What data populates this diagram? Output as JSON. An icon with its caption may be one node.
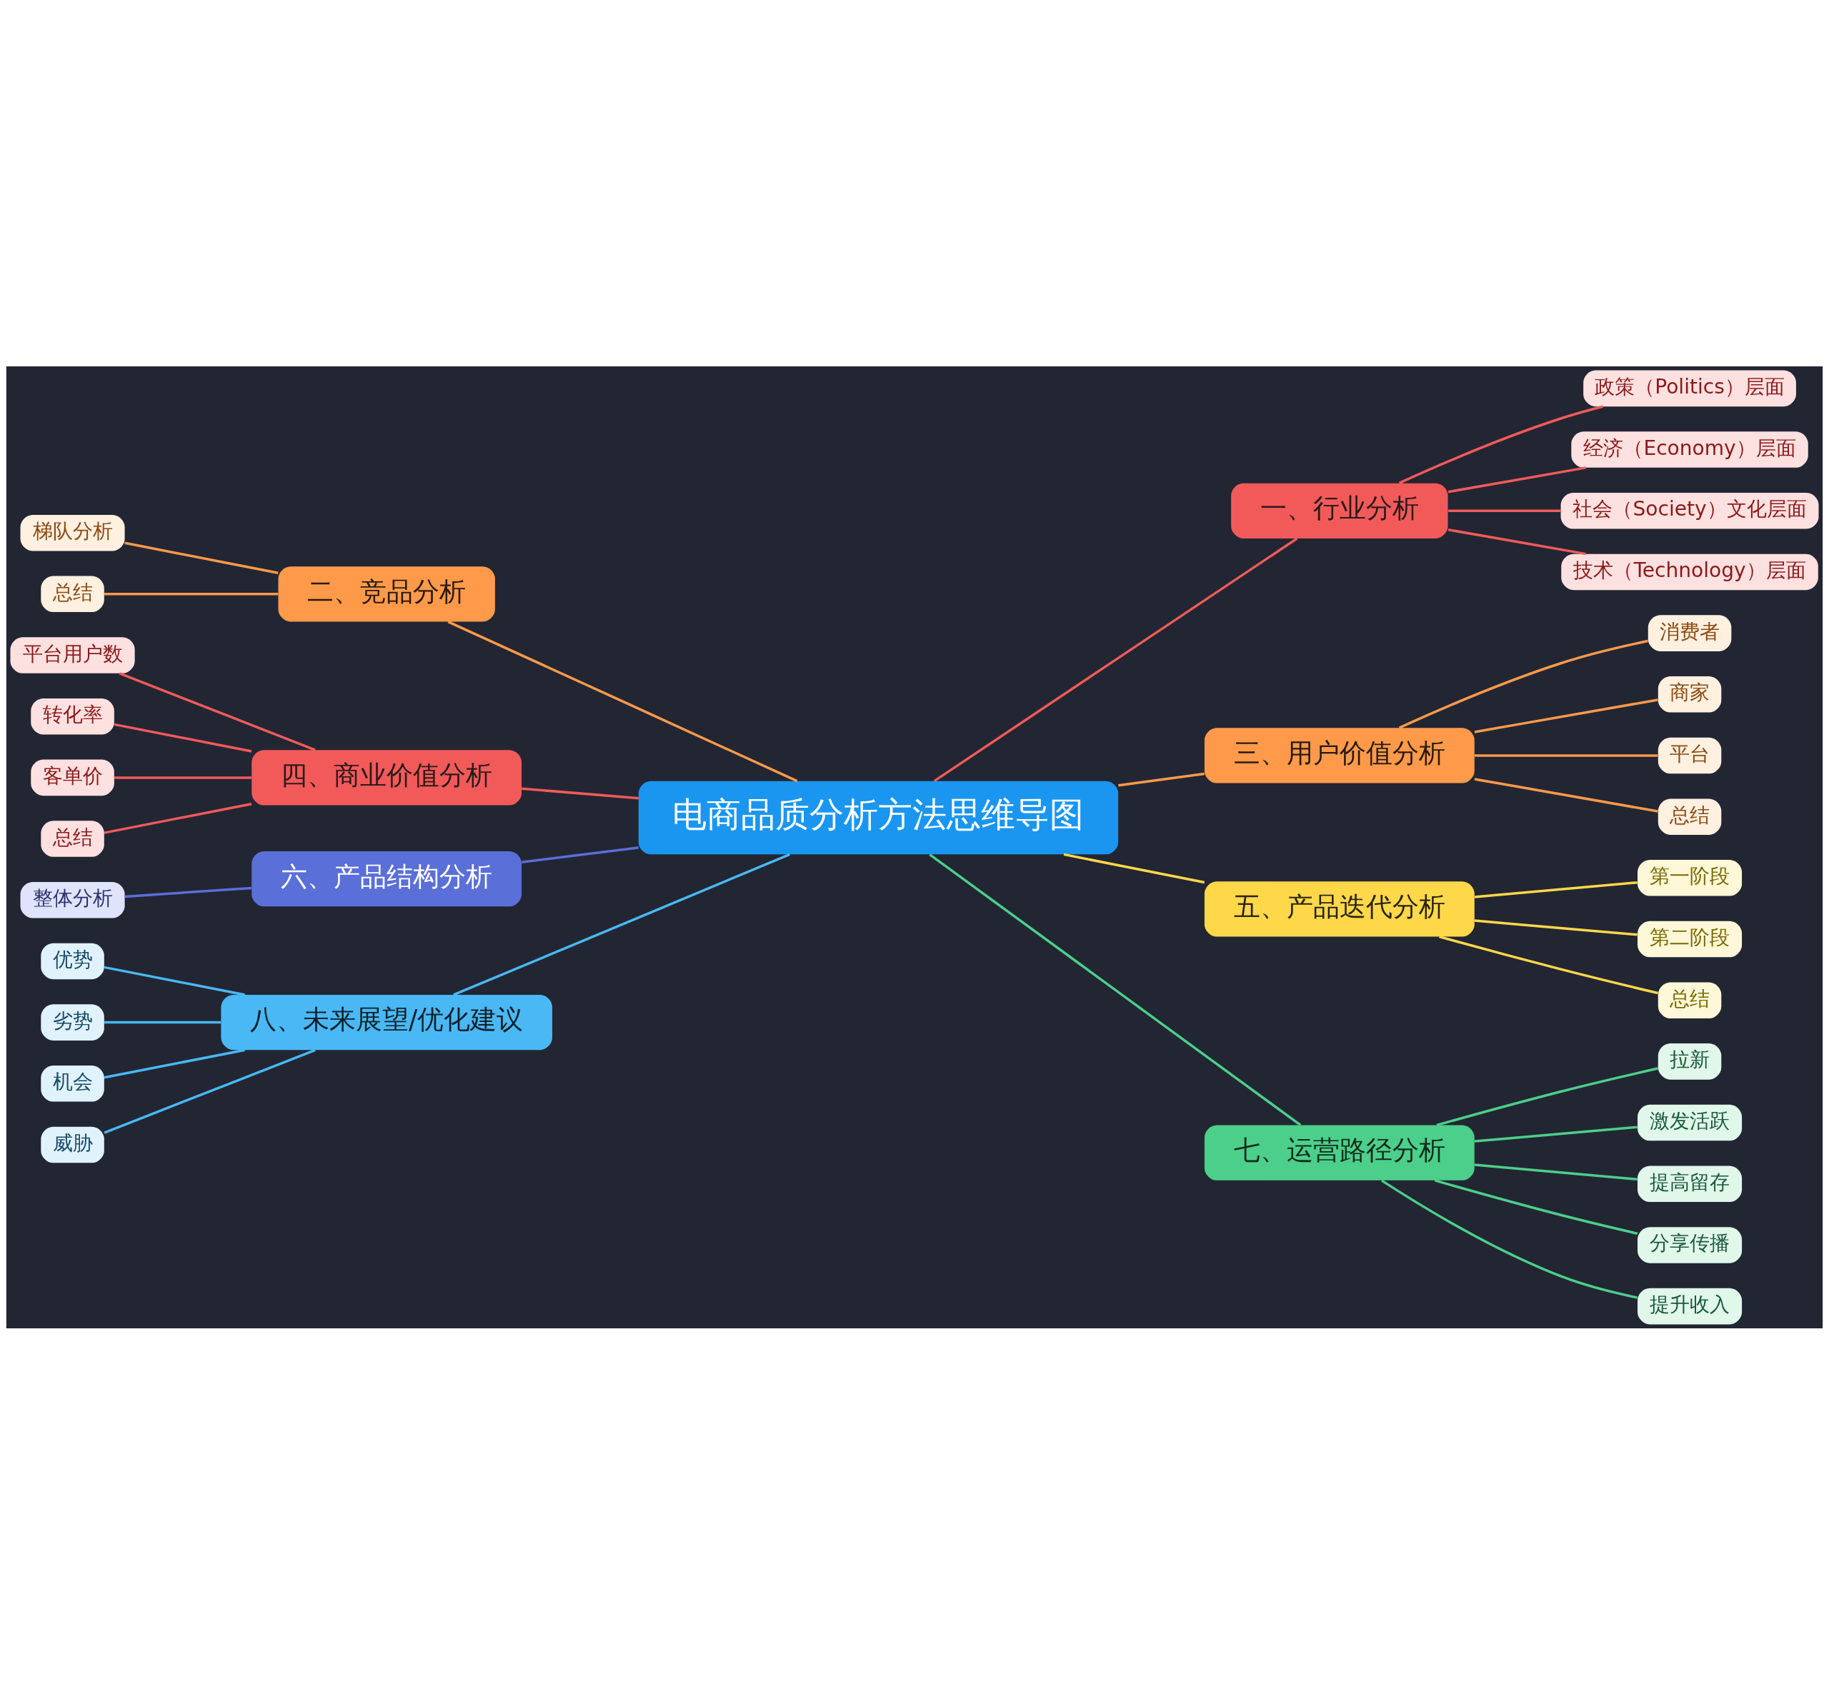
{
  "diagram": {
    "nodes": [
      {
        "text": [
          "电商品质分析方法思维导图"
        ]
      },
      {
        "text": [
          "一、行业分析"
        ]
      },
      {
        "text": [
          "政策（Politics）层面"
        ]
      },
      {
        "text": [
          "经济（Economy）层面"
        ]
      },
      {
        "text": [
          "社会（Society）文化层面"
        ]
      },
      {
        "text": [
          "技术（Technology）层面"
        ]
      },
      {
        "text": [
          "二、竞品分析"
        ]
      },
      {
        "text": [
          "梯队分析"
        ]
      },
      {
        "text": [
          "总结"
        ]
      },
      {
        "text": [
          "三、用户价值分析"
        ]
      },
      {
        "text": [
          "消费者"
        ]
      },
      {
        "text": [
          "商家"
        ]
      },
      {
        "text": [
          "平台"
        ]
      },
      {
        "text": [
          "总结"
        ]
      },
      {
        "text": [
          "四、商业价值分析"
        ]
      },
      {
        "text": [
          "平台用户数"
        ]
      },
      {
        "text": [
          "转化率"
        ]
      },
      {
        "text": [
          "客单价"
        ]
      },
      {
        "text": [
          "总结"
        ]
      },
      {
        "text": [
          "五、产品迭代分析"
        ]
      },
      {
        "text": [
          "第一阶段"
        ]
      },
      {
        "text": [
          "第二阶段"
        ]
      },
      {
        "text": [
          "总结"
        ]
      },
      {
        "text": [
          "六、产品结构分析"
        ]
      },
      {
        "text": [
          "整体分析"
        ]
      },
      {
        "text": [
          "七、运营路径分析"
        ]
      },
      {
        "text": [
          "拉新"
        ]
      },
      {
        "text": [
          "激发活跃"
        ]
      },
      {
        "text": [
          "提高留存"
        ]
      },
      {
        "text": [
          "分享传播"
        ]
      },
      {
        "text": [
          "提升收入"
        ]
      },
      {
        "text": [
          "八、未来展望/优化建议"
        ]
      },
      {
        "text": [
          "优势"
        ]
      },
      {
        "text": [
          "劣势"
        ]
      },
      {
        "text": [
          "机会"
        ]
      },
      {
        "text": [
          "威胁"
        ]
      }
    ],
    "edges": [
      {
        "from": 0,
        "to": 1,
        "arrow": "none",
        "color": "#f25a5a"
      },
      {
        "from": 1,
        "to": 2,
        "arrow": "none",
        "color": "#f25a5a"
      },
      {
        "from": 1,
        "to": 3,
        "arrow": "none",
        "color": "#f25a5a"
      },
      {
        "from": 1,
        "to": 4,
        "arrow": "none",
        "color": "#f25a5a"
      },
      {
        "from": 1,
        "to": 5,
        "arrow": "none",
        "color": "#f25a5a"
      },
      {
        "from": 0,
        "to": 6,
        "arrow": "none",
        "color": "#ff9a4a"
      },
      {
        "from": 6,
        "to": 7,
        "arrow": "none",
        "color": "#ff9a4a"
      },
      {
        "from": 6,
        "to": 8,
        "arrow": "none",
        "color": "#ff9a4a"
      },
      {
        "from": 0,
        "to": 9,
        "arrow": "none",
        "color": "#ff9a4a"
      },
      {
        "from": 9,
        "to": 10,
        "arrow": "none",
        "color": "#ff9a4a"
      },
      {
        "from": 9,
        "to": 11,
        "arrow": "none",
        "color": "#ff9a4a"
      },
      {
        "from": 9,
        "to": 12,
        "arrow": "none",
        "color": "#ff9a4a"
      },
      {
        "from": 9,
        "to": 13,
        "arrow": "none",
        "color": "#ff9a4a"
      },
      {
        "from": 0,
        "to": 14,
        "arrow": "none",
        "color": "#f25a5a"
      },
      {
        "from": 14,
        "to": 15,
        "arrow": "none",
        "color": "#f25a5a"
      },
      {
        "from": 14,
        "to": 16,
        "arrow": "none",
        "color": "#f25a5a"
      },
      {
        "from": 14,
        "to": 17,
        "arrow": "none",
        "color": "#f25a5a"
      },
      {
        "from": 14,
        "to": 18,
        "arrow": "none",
        "color": "#f25a5a"
      },
      {
        "from": 0,
        "to": 19,
        "arrow": "none",
        "color": "#ffd84a"
      },
      {
        "from": 19,
        "to": 20,
        "arrow": "none",
        "color": "#ffd84a"
      },
      {
        "from": 19,
        "to": 21,
        "arrow": "none",
        "color": "#ffd84a"
      },
      {
        "from": 19,
        "to": 22,
        "arrow": "none",
        "color": "#ffd84a"
      },
      {
        "from": 0,
        "to": 23,
        "arrow": "none",
        "color": "#5a6fd8"
      },
      {
        "from": 23,
        "to": 24,
        "arrow": "none",
        "color": "#5a6fd8"
      },
      {
        "from": 0,
        "to": 25,
        "arrow": "none",
        "color": "#4ccf8a"
      },
      {
        "from": 25,
        "to": 26,
        "arrow": "none",
        "color": "#4ccf8a"
      },
      {
        "from": 25,
        "to": 27,
        "arrow": "none",
        "color": "#4ccf8a"
      },
      {
        "from": 25,
        "to": 28,
        "arrow": "none",
        "color": "#4ccf8a"
      },
      {
        "from": 25,
        "to": 29,
        "arrow": "none",
        "color": "#4ccf8a"
      },
      {
        "from": 25,
        "to": 30,
        "arrow": "none",
        "color": "#4ccf8a"
      },
      {
        "from": 0,
        "to": 31,
        "arrow": "none",
        "color": "#4ab8f5"
      },
      {
        "from": 31,
        "to": 32,
        "arrow": "none",
        "color": "#4ab8f5"
      },
      {
        "from": 31,
        "to": 33,
        "arrow": "none",
        "color": "#4ab8f5"
      },
      {
        "from": 31,
        "to": 34,
        "arrow": "none",
        "color": "#4ab8f5"
      },
      {
        "from": 31,
        "to": 35,
        "arrow": "none",
        "color": "#4ab8f5"
      }
    ]
  }
}
